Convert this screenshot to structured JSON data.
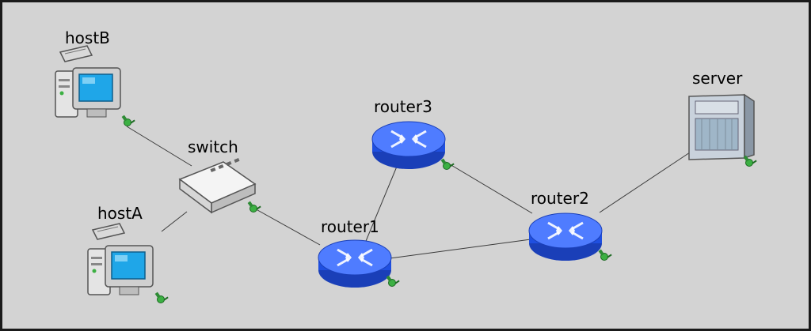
{
  "diagram": {
    "nodes": {
      "hostB": {
        "label": "hostB",
        "icon": "desktop-computer-icon"
      },
      "hostA": {
        "label": "hostA",
        "icon": "desktop-computer-icon"
      },
      "switch": {
        "label": "switch",
        "icon": "network-switch-icon"
      },
      "router1": {
        "label": "router1",
        "icon": "router-icon"
      },
      "router2": {
        "label": "router2",
        "icon": "router-icon"
      },
      "router3": {
        "label": "router3",
        "icon": "router-icon"
      },
      "server": {
        "label": "server",
        "icon": "server-tower-icon"
      }
    },
    "links": [
      {
        "from": "hostB",
        "to": "switch"
      },
      {
        "from": "hostA",
        "to": "switch"
      },
      {
        "from": "switch",
        "to": "router1"
      },
      {
        "from": "router1",
        "to": "router3"
      },
      {
        "from": "router1",
        "to": "router2"
      },
      {
        "from": "router3",
        "to": "router2"
      },
      {
        "from": "router2",
        "to": "server"
      }
    ],
    "colors": {
      "background": "#d3d3d3",
      "router": "#1f4fe0",
      "router_top": "#5b86ff",
      "monitor_screen": "#1fa6e8",
      "status_pin": "#3cb043"
    }
  }
}
